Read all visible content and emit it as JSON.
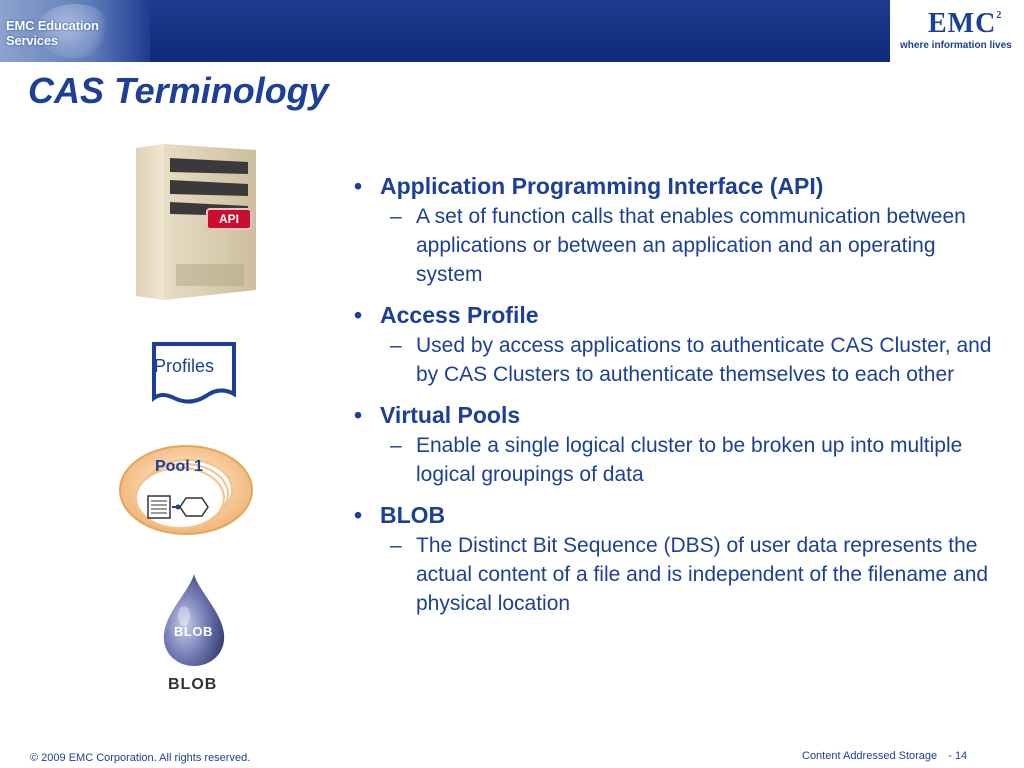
{
  "header": {
    "left_brand": "EMC Education Services",
    "right_brand": "EMC",
    "superscript": "2",
    "tagline": "where information lives"
  },
  "slide": {
    "title": "CAS Terminology",
    "bullets": [
      {
        "title": "Application Programming Interface (API)",
        "description": "A set of function calls that enables communication between applications or between an application and an operating system"
      },
      {
        "title": "Access Profile",
        "description": "Used by access applications to authenticate CAS Cluster, and by CAS Clusters to authenticate themselves to each other"
      },
      {
        "title": "Virtual Pools",
        "description": "Enable a single logical cluster to be broken up into multiple logical groupings of data"
      },
      {
        "title": "BLOB",
        "description": "The Distinct Bit Sequence (DBS) of user data represents the actual content of a file and is independent of the filename and physical location"
      }
    ]
  },
  "illustrations": {
    "api_badge": "API",
    "profiles_label": "Profiles",
    "pool_label": "Pool 1",
    "blob_inner": "BLOB",
    "blob_label": "BLOB"
  },
  "footer": {
    "copyright": "© 2009 EMC Corporation. All rights reserved.",
    "course": "Content Addressed Storage",
    "page_label": "- 14"
  },
  "colors": {
    "primary": "#1c3f97",
    "header_bg": "#0f2a78",
    "api_red": "#c8102e"
  }
}
